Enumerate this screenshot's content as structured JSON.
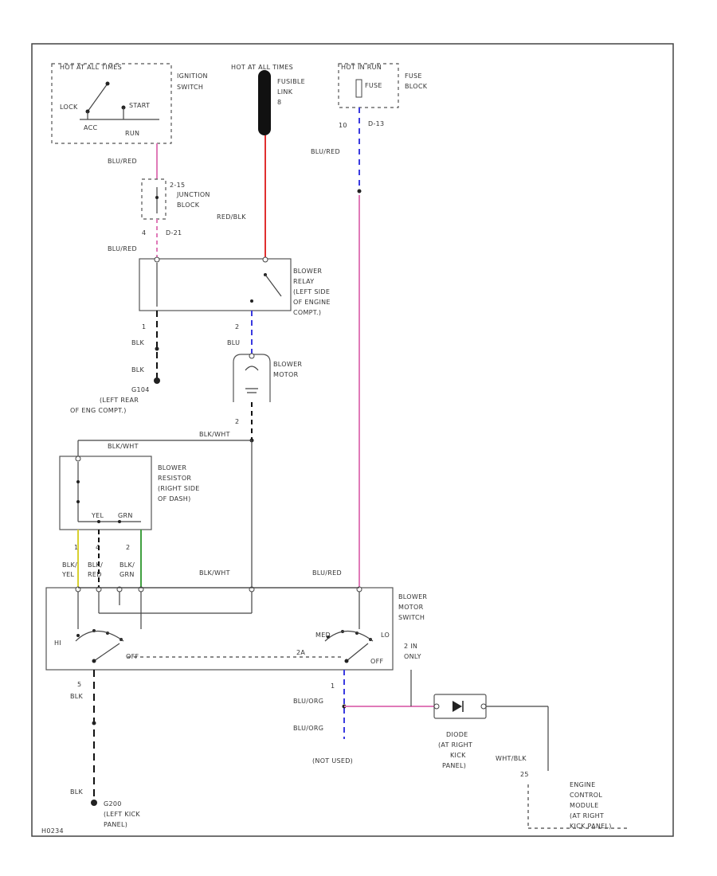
{
  "colors": {
    "pink": "#e07ab8",
    "red": "#e03030",
    "blue": "#3a3ae0",
    "yellow": "#d8d030",
    "green": "#40a040",
    "black": "#111111",
    "line": "#444444"
  },
  "ignition": {
    "header": "HOT AT ALL TIMES",
    "label": [
      "IGNITION",
      "SWITCH"
    ],
    "lock": "LOCK",
    "acc": "ACC",
    "start": "START",
    "run": "RUN"
  },
  "fusible_link": {
    "label": [
      "HOT AT ALL TIMES",
      "FUSIBLE",
      "LINK",
      "8"
    ]
  },
  "fuse_block": {
    "header": "HOT IN RUN",
    "fuse": "FUSE",
    "label": [
      "FUSE",
      "BLOCK"
    ],
    "pin_top": "10",
    "pin_conn": "D-13"
  },
  "junction": {
    "pin": "2-15",
    "label": [
      "JUNCTION",
      "BLOCK"
    ],
    "pin_bottom": "4",
    "conn": "D-21"
  },
  "wires": {
    "blu_red_1": "BLU/RED",
    "blu_red_2": "BLU/RED",
    "red_blk": "RED/BLK",
    "blu_red_fuse": "BLU/RED",
    "blk_1": "BLK",
    "blk_2": "BLK",
    "blu": "BLU",
    "blk_wht_1": "BLK/WHT",
    "blk_wht_2": "BLK/WHT",
    "blu_red_sw": "BLU/RED",
    "blk_3": "BLK",
    "blk_4": "BLK",
    "blu_org_1": "BLU/ORG",
    "blu_org_2": "BLU/ORG",
    "wht_blk": "WHT/BLK",
    "blk_wht_res": "BLK/WHT",
    "res_yel": "YEL",
    "res_grn": "GRN"
  },
  "relay": {
    "label": [
      "BLOWER",
      "RELAY",
      "(LEFT SIDE",
      "OF ENGINE",
      "COMPT.)"
    ],
    "pin1": "1",
    "pin2": "2"
  },
  "ground1": {
    "label": [
      "G104",
      "(LEFT REAR",
      "OF ENG COMPT.)"
    ]
  },
  "motor": {
    "label": [
      "BLOWER",
      "MOTOR"
    ],
    "pin": "2"
  },
  "resistor": {
    "label": [
      "BLOWER",
      "RESISTOR",
      "(RIGHT SIDE",
      "OF DASH)"
    ]
  },
  "res_pins": [
    "1",
    "4",
    "2"
  ],
  "res_wires": [
    [
      "BLK/",
      "YEL"
    ],
    [
      "BLK/",
      "RED"
    ],
    [
      "BLK/",
      "GRN"
    ]
  ],
  "switch": {
    "label": [
      "BLOWER",
      "MOTOR",
      "SWITCH"
    ],
    "hi": "HI",
    "off1": "OFF",
    "med": "MED",
    "lo": "LO",
    "off2": "OFF",
    "pin5": "5",
    "pin1": "1",
    "pin2": [
      "2 IN",
      "ONLY"
    ]
  },
  "ground2": {
    "label": [
      "G200",
      "(LEFT KICK",
      "PANEL)"
    ]
  },
  "diode": {
    "label": [
      "DIODE",
      "(AT RIGHT",
      "KICK",
      "PANEL)"
    ]
  },
  "not_used": "(NOT USED)",
  "ecm": {
    "pin": "25",
    "label": [
      "ENGINE",
      "CONTROL",
      "MODULE",
      "(AT RIGHT",
      "KICK PANEL)"
    ]
  },
  "footer": "H0234"
}
